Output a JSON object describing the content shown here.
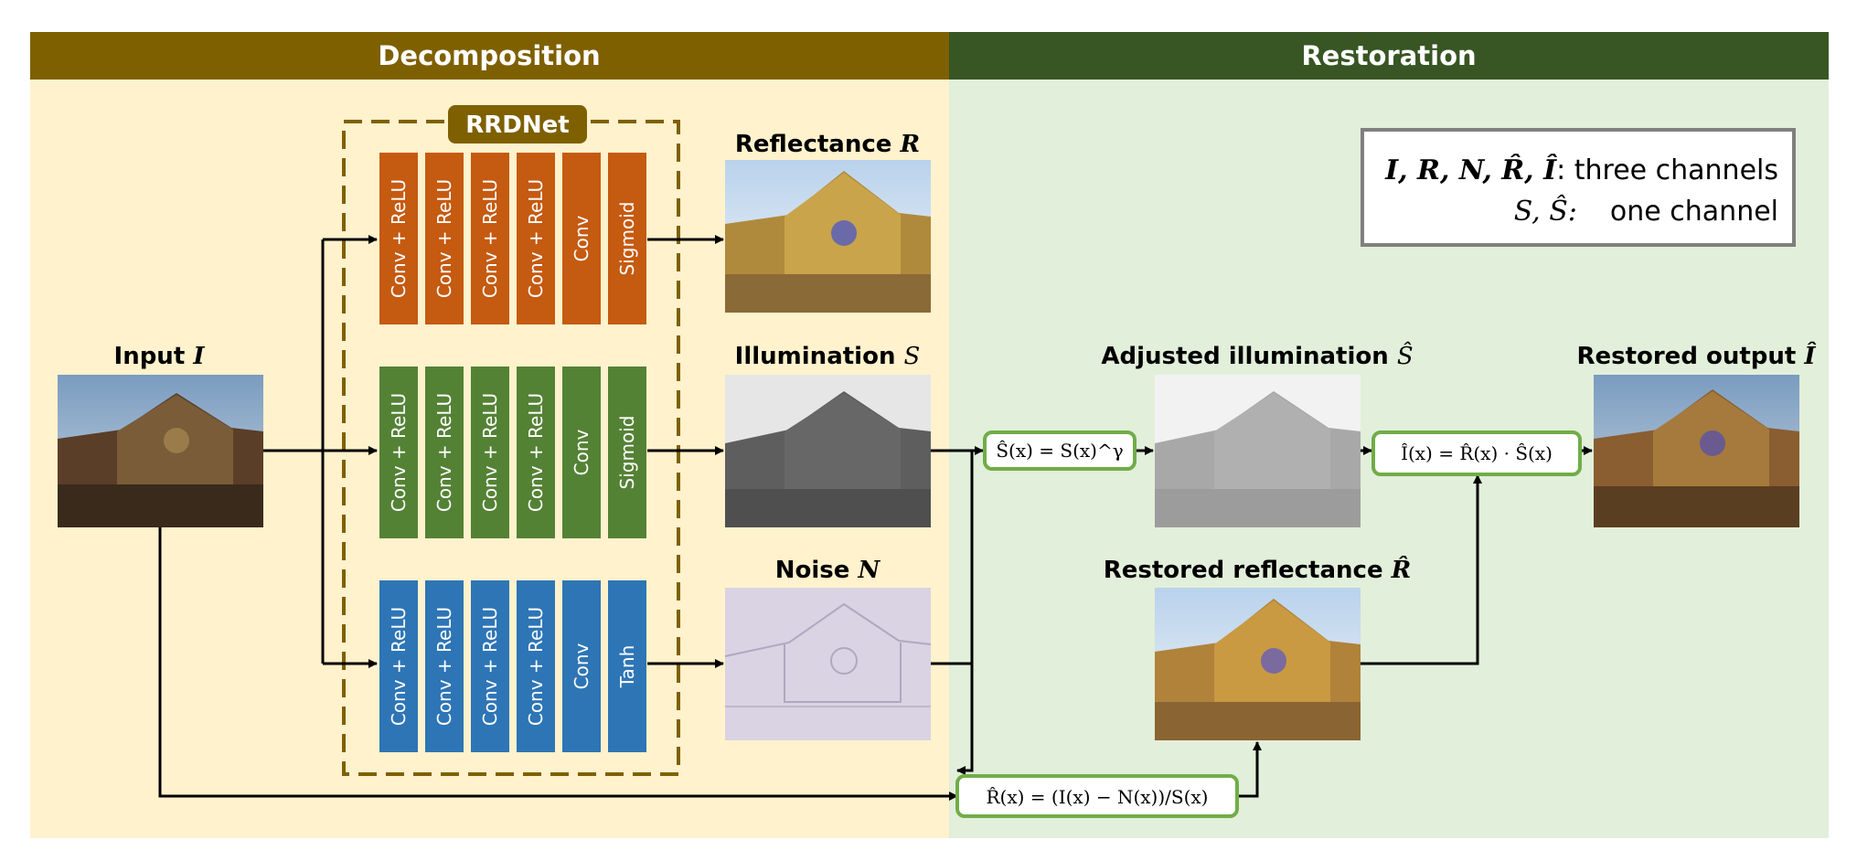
{
  "sections": {
    "decomposition": "Decomposition",
    "restoration": "Restoration"
  },
  "network": {
    "name": "RRDNet"
  },
  "branches": [
    {
      "id": "reflectance",
      "color": "#c55a11",
      "layers": [
        "Conv + ReLU",
        "Conv + ReLU",
        "Conv + ReLU",
        "Conv + ReLU",
        "Conv",
        "Sigmoid"
      ]
    },
    {
      "id": "illumination",
      "color": "#548235",
      "layers": [
        "Conv + ReLU",
        "Conv + ReLU",
        "Conv + ReLU",
        "Conv + ReLU",
        "Conv",
        "Sigmoid"
      ]
    },
    {
      "id": "noise",
      "color": "#2e75b6",
      "layers": [
        "Conv + ReLU",
        "Conv + ReLU",
        "Conv + ReLU",
        "Conv + ReLU",
        "Conv",
        "Tanh"
      ]
    }
  ],
  "labels": {
    "input": {
      "text": "Input ",
      "var": "I"
    },
    "reflectance": {
      "text": "Reflectance ",
      "var": "R"
    },
    "illumination": {
      "text": "Illumination ",
      "var": "S"
    },
    "noise": {
      "text": "Noise ",
      "var": "N"
    },
    "adjusted_illumination": {
      "text": "Adjusted illumination ",
      "var": "Ŝ"
    },
    "restored_reflectance": {
      "text": "Restored reflectance ",
      "var": "R̂"
    },
    "restored_output": {
      "text": "Restored output ",
      "var": "Î"
    }
  },
  "equations": {
    "gamma": "Ŝ(x) = S(x)^γ",
    "restore_output": "Î(x) = R̂(x) · Ŝ(x)",
    "restore_reflectance": "R̂(x) = (I(x) − N(x))/S(x)"
  },
  "legend": {
    "line1_vars": "I, R, N, R̂, Î",
    "line1_text": ": three channels",
    "line2_vars": "S, Ŝ:",
    "line2_text": "one channel"
  },
  "colors": {
    "decomposition_header": "#7f6000",
    "decomposition_bg": "#fff2cc",
    "restoration_header": "#375623",
    "restoration_bg": "#e2efda",
    "equation_border": "#70ad47",
    "rrdnet_border": "#7f6000",
    "legend_border": "#7f7f7f"
  }
}
